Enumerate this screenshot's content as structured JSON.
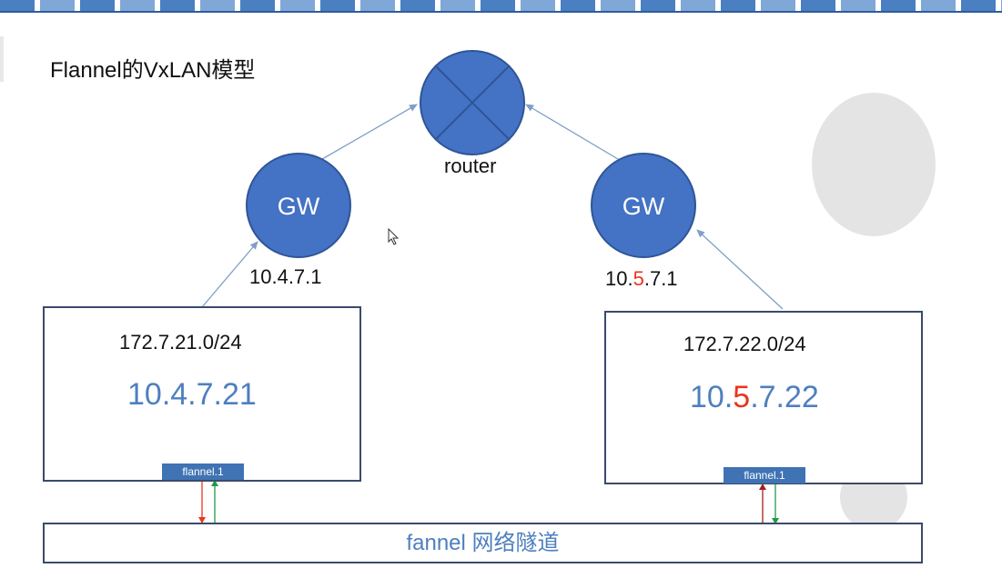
{
  "title": "Flannel的VxLAN模型",
  "router": {
    "label": "router"
  },
  "gw_left": {
    "text": "GW",
    "ip": "10.4.7.1"
  },
  "gw_right": {
    "text": "GW",
    "ip_prefix": "10.",
    "ip_highlight": "5",
    "ip_suffix": ".7.1"
  },
  "host_left": {
    "subnet": "172.7.21.0/24",
    "ip": "10.4.7.21",
    "flannel": "flannel.1"
  },
  "host_right": {
    "subnet": "172.7.22.0/24",
    "ip_prefix": "10.",
    "ip_highlight": "5",
    "ip_suffix": ".7.22",
    "flannel": "flannel.1"
  },
  "tunnel": {
    "label": "fannel 网络隧道"
  },
  "colors": {
    "node_fill": "#4472c4",
    "node_stroke": "#2f5597",
    "line": "#7f9fc8",
    "arrow_red": "#e8361f",
    "arrow_green": "#1f9a4a",
    "arrow_darkred": "#a0201a",
    "highlight": "#e8361f",
    "ip_blue": "#4e7fbf"
  },
  "icons": {
    "router": "router-cross-icon",
    "cursor": "mouse-cursor-icon"
  }
}
